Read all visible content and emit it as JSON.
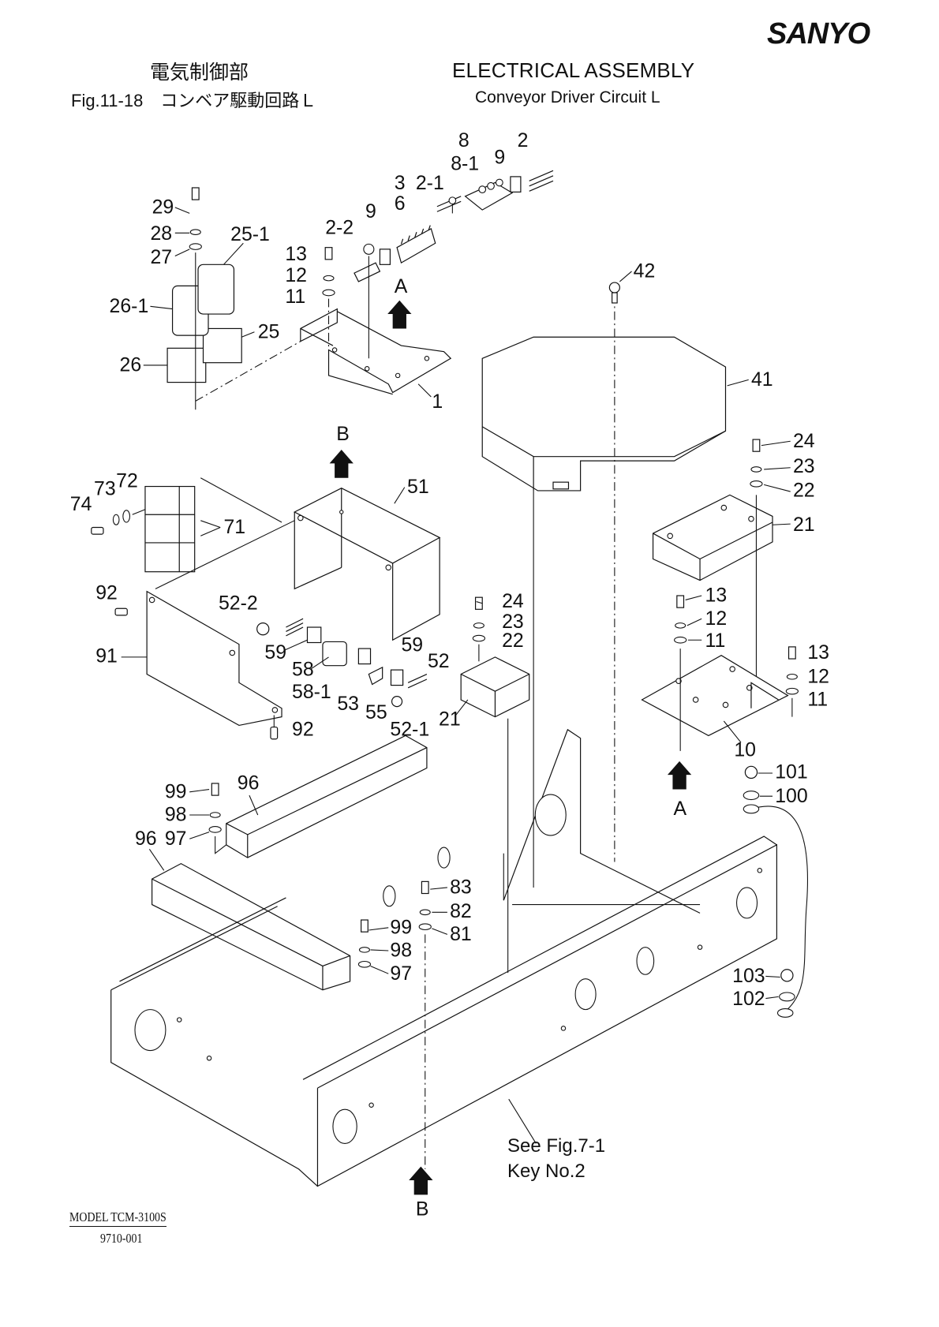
{
  "header": {
    "brand": "SANYO",
    "title_jp": "電気制御部",
    "figure_jp": "Fig.11-18　コンベア駆動回路Ｌ",
    "title_en": "ELECTRICAL ASSEMBLY",
    "subtitle_en": "Conveyor Driver Circuit L"
  },
  "footer": {
    "model": "MODEL TCM-3100S",
    "doc_number": "9710-001"
  },
  "reference_note": {
    "line1": "See Fig.7-1",
    "line2": "Key No.2"
  },
  "view_markers": {
    "a_top": "A",
    "a_bottom": "A",
    "b_top": "B",
    "b_bottom": "B"
  },
  "part_labels": {
    "p1": "1",
    "p2": "2",
    "p2_1": "2-1",
    "p2_2": "2-2",
    "p3": "3",
    "p6": "6",
    "p8": "8",
    "p8_1": "8-1",
    "p9a": "9",
    "p9b": "9",
    "p10": "10",
    "p11a": "11",
    "p11b": "11",
    "p11c": "11",
    "p12a": "12",
    "p12b": "12",
    "p12c": "12",
    "p13a": "13",
    "p13b": "13",
    "p13c": "13",
    "p21a": "21",
    "p21b": "21",
    "p22a": "22",
    "p22b": "22",
    "p23a": "23",
    "p23b": "23",
    "p24a": "24",
    "p24b": "24",
    "p25": "25",
    "p25_1": "25-1",
    "p26": "26",
    "p26_1": "26-1",
    "p27": "27",
    "p28": "28",
    "p29": "29",
    "p41": "41",
    "p42": "42",
    "p51": "51",
    "p52": "52",
    "p52_1": "52-1",
    "p52_2": "52-2",
    "p53": "53",
    "p55": "55",
    "p58": "58",
    "p58_1": "58-1",
    "p59a": "59",
    "p59b": "59",
    "p71": "71",
    "p72": "72",
    "p73": "73",
    "p74": "74",
    "p81": "81",
    "p82": "82",
    "p83": "83",
    "p91": "91",
    "p92a": "92",
    "p92b": "92",
    "p96a": "96",
    "p96b": "96",
    "p97a": "97",
    "p97b": "97",
    "p98a": "98",
    "p98b": "98",
    "p99a": "99",
    "p99b": "99",
    "p100": "100",
    "p101": "101",
    "p102": "102",
    "p103": "103"
  }
}
